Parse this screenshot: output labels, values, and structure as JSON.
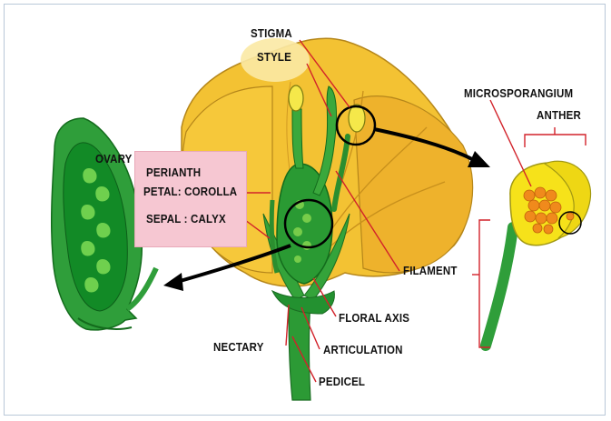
{
  "diagram": {
    "labels": {
      "stigma": "STIGMA",
      "style": "STYLE",
      "microsporangium": "MICROSPORANGIUM",
      "anther": "ANTHER",
      "ovary": "OVARY",
      "perianth": "PERIANTH",
      "petal": "PETAL: COROLLA",
      "sepal": "SEPAL : CALYX",
      "filament": "FILAMENT",
      "floral_axis": "FLORAL AXIS",
      "nectary": "NECTARY",
      "articulation": "ARTICULATION",
      "pedicel": "PEDICEL"
    },
    "colors": {
      "petal_yellow": "#f3c233",
      "petal_orange": "#e9a628",
      "green_dark": "#1f8a2e",
      "green_light": "#4dbb3f",
      "anther_yellow": "#f6e21a",
      "pollen_orange": "#f08a1c",
      "label_line": "#d2222a",
      "callout_pink": "#f6c7d2",
      "arrow": "#000000"
    }
  }
}
